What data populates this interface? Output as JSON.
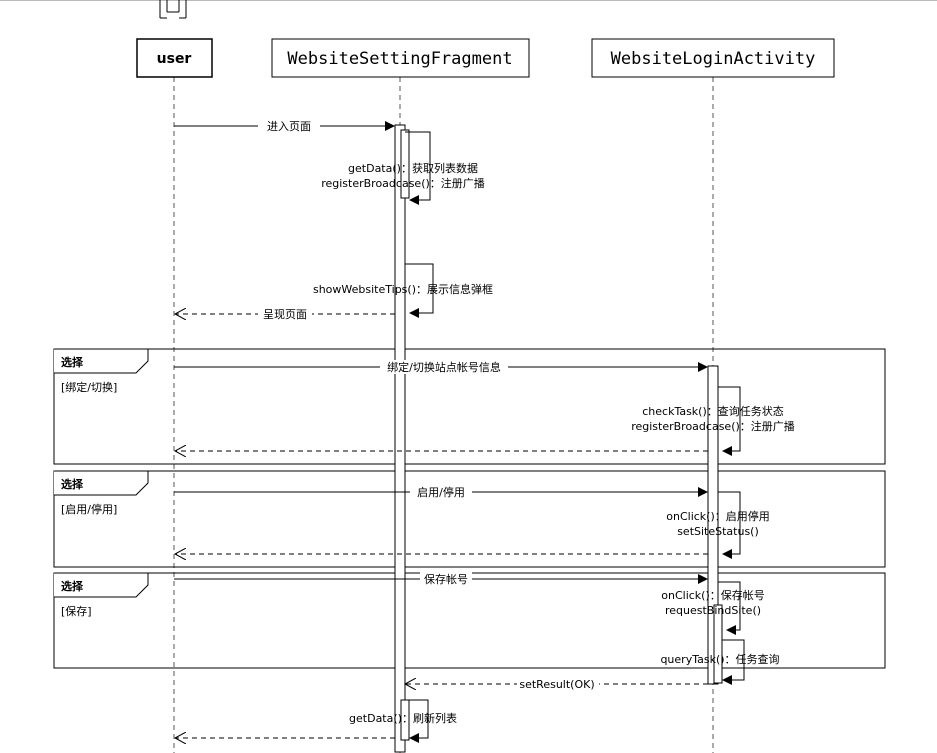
{
  "participants": {
    "user": "user",
    "fragment": "WebsiteSettingFragment",
    "activity": "WebsiteLoginActivity"
  },
  "messages": {
    "enter_page": "进入页面",
    "get_data": "getData()：获取列表数据",
    "register_broadcast": "registerBroadcase()：注册广播",
    "show_tips": "showWebsiteTips()：展示信息弹框",
    "present_page": "呈现页面",
    "bind_switch": "绑定/切换站点帐号信息",
    "check_task": "checkTask()：查询任务状态",
    "register_broadcast_2": "registerBroadcase()：注册广播",
    "enable_disable": "启用/停用",
    "on_click_enable": "onClick()：启用停用",
    "set_site_status": "setSiteStatus()",
    "save_account": "保存帐号",
    "on_click_save": "onClick()：保存帐号",
    "request_bind_site": "requestBindSite()",
    "query_task": "queryTask()：任务查询",
    "set_result": "setResult(OK)",
    "get_data_refresh": "getData()：刷新列表"
  },
  "fragments": [
    {
      "keyword": "选择",
      "guard": "[绑定/切换]"
    },
    {
      "keyword": "选择",
      "guard": "[启用/停用]"
    },
    {
      "keyword": "选择",
      "guard": "[保存]"
    }
  ],
  "colors": {
    "line": "#000000",
    "background": "#ffffff"
  }
}
